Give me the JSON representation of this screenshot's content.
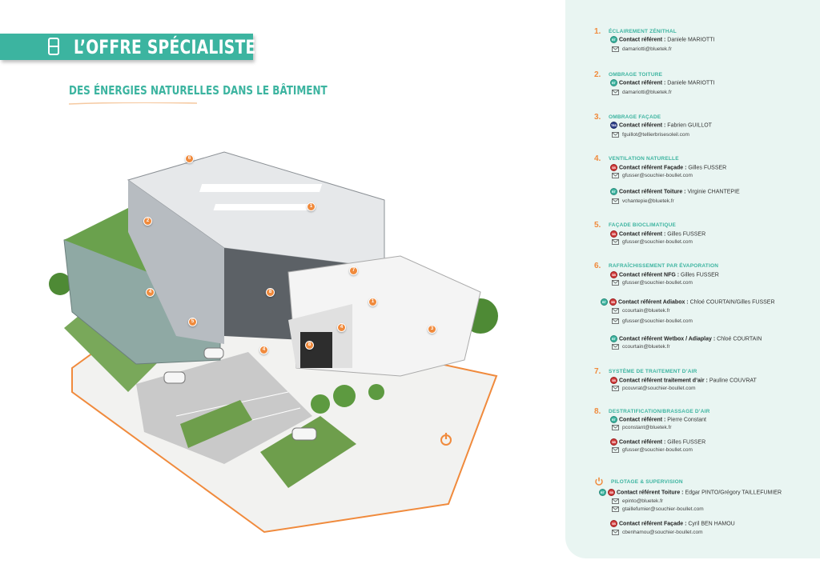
{
  "header": {
    "title": "L’OFFRE SPÉCIALISTE",
    "subtitle": "DES ÉNERGIES NATURELLES DANS LE BÂTIMENT"
  },
  "colors": {
    "teal": "#3cb4a0",
    "orange": "#f08a3c",
    "panel": "#e9f5f2"
  },
  "markers": [
    "1",
    "2",
    "3",
    "4",
    "5",
    "6",
    "7",
    "8",
    "1",
    "4",
    "4",
    "8"
  ],
  "sections": [
    {
      "num": "1.",
      "title": "ÉCLAIREMENT ZÉNITHAL",
      "contacts": [
        {
          "badges": [
            "BT"
          ],
          "label": "Contact référent :",
          "name": "Daniele MARIOTTI",
          "emails": [
            "damariotti@bluetek.fr"
          ]
        }
      ]
    },
    {
      "num": "2.",
      "title": "OMBRAGE TOITURE",
      "contacts": [
        {
          "badges": [
            "BT"
          ],
          "label": "Contact référent :",
          "name": "Daniele MARIOTTI",
          "emails": [
            "damariotti@bluetek.fr"
          ]
        }
      ]
    },
    {
      "num": "3.",
      "title": "OMBRAGE FAÇADE",
      "contacts": [
        {
          "badges": [
            "TBS"
          ],
          "label": "Contact référent :",
          "name": "Fabrien GUILLOT",
          "emails": [
            "fguillot@tellierbrisesoleil.com"
          ]
        }
      ]
    },
    {
      "num": "4.",
      "title": "VENTILATION NATURELLE",
      "contacts": [
        {
          "badges": [
            "SB"
          ],
          "label": "Contact référent Façade :",
          "name": "Gilles FUSSER",
          "emails": [
            "gfusser@souchier-boullet.com"
          ]
        },
        {
          "badges": [
            "BT"
          ],
          "label": "Contact référent Toiture :",
          "name": "Virginie CHANTEPIE",
          "emails": [
            "vchantepie@bluetek.fr"
          ]
        }
      ]
    },
    {
      "num": "5.",
      "title": "FAÇADE BIOCLIMATIQUE",
      "contacts": [
        {
          "badges": [
            "SB"
          ],
          "label": "Contact référent :",
          "name": "Gilles FUSSER",
          "emails": [
            "gfusser@souchier-boullet.com"
          ]
        }
      ]
    },
    {
      "num": "6.",
      "title": "RAFRAÎCHISSEMENT PAR ÉVAPORATION",
      "contacts": [
        {
          "badges": [
            "SB"
          ],
          "label": "Contact référent NFG :",
          "name": "Gilles FUSSER",
          "emails": [
            "gfusser@souchier-boullet.com"
          ]
        },
        {
          "badges": [
            "BT",
            "SB"
          ],
          "label": "Contact référent Adiabox :",
          "name": "Chloé COURTAIN/Gilles FUSSER",
          "emails": [
            "ccourtain@bluetek.fr",
            "gfusser@souchier-boullet.com"
          ]
        },
        {
          "badges": [
            "BT"
          ],
          "label": "Contact référent Wetbox / Adiaplay :",
          "name": "Chloé COURTAIN",
          "emails": [
            "ccourtain@bluetek.fr"
          ]
        }
      ]
    },
    {
      "num": "7.",
      "title": "SYSTÈME DE TRAITEMENT D’AIR",
      "contacts": [
        {
          "badges": [
            "SB"
          ],
          "label": "Contact référent traitement d’air :",
          "name": "Pauline COUVRAT",
          "emails": [
            "pcouvrat@souchier-boullet.com"
          ]
        }
      ]
    },
    {
      "num": "8.",
      "title": "DESTRATIFICATION/BRASSAGE D’AIR",
      "contacts": [
        {
          "badges": [
            "BT"
          ],
          "label": "Contact référent :",
          "name": "Pierre Constant",
          "emails": [
            "pconstant@bluetek.fr"
          ]
        },
        {
          "badges": [
            "SB"
          ],
          "label": "Contact référent :",
          "name": "Gilles FUSSER",
          "emails": [
            "gfusser@souchier-boullet.com"
          ]
        }
      ]
    },
    {
      "num": "",
      "title": "PILOTAGE & SUPERVISION",
      "contacts": [
        {
          "badges": [
            "BT",
            "SB"
          ],
          "label": "Contact référent Toiture :",
          "name": "Edgar PINTO/Grégory TAILLEFUMIER",
          "emails": [
            "epinto@bluetek.fr",
            "gtaillefumier@souchier-boullet.com"
          ]
        },
        {
          "badges": [
            "SB"
          ],
          "label": "Contact référent Façade :",
          "name": "Cyril BEN HAMOU",
          "emails": [
            "cbenhamou@souchier-boullet.com"
          ]
        }
      ]
    }
  ]
}
